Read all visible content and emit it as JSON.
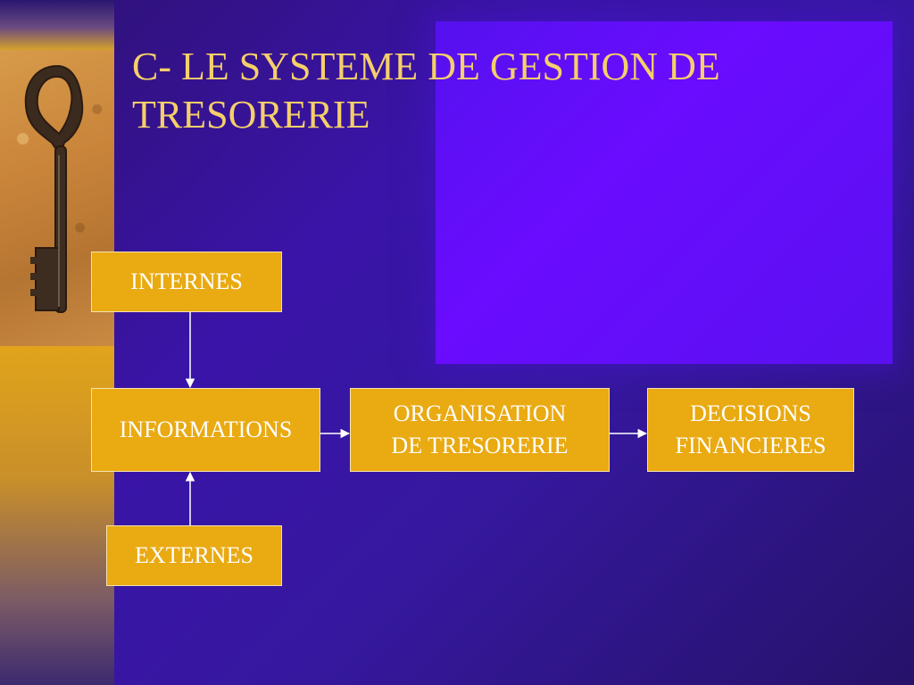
{
  "slide": {
    "title": "C- LE SYSTEME DE GESTION DE TRESORERIE"
  },
  "diagram": {
    "nodes": {
      "internes": {
        "lines": [
          "INTERNES"
        ]
      },
      "informations": {
        "lines": [
          "INFORMATIONS"
        ]
      },
      "organisation": {
        "lines": [
          "ORGANISATION",
          "DE TRESORERIE"
        ]
      },
      "decisions": {
        "lines": [
          "DECISIONS",
          "FINANCIERES"
        ]
      },
      "externes": {
        "lines": [
          "EXTERNES"
        ]
      }
    },
    "edges": [
      {
        "from": "internes",
        "to": "informations"
      },
      {
        "from": "externes",
        "to": "informations"
      },
      {
        "from": "informations",
        "to": "organisation"
      },
      {
        "from": "organisation",
        "to": "decisions"
      }
    ]
  },
  "colors": {
    "box_fill": "#e9aa12",
    "box_text": "#ffffff",
    "title_text": "#f5cf6a",
    "connector": "#ffffff"
  },
  "icons": {
    "key_photo": "old-key-icon"
  }
}
